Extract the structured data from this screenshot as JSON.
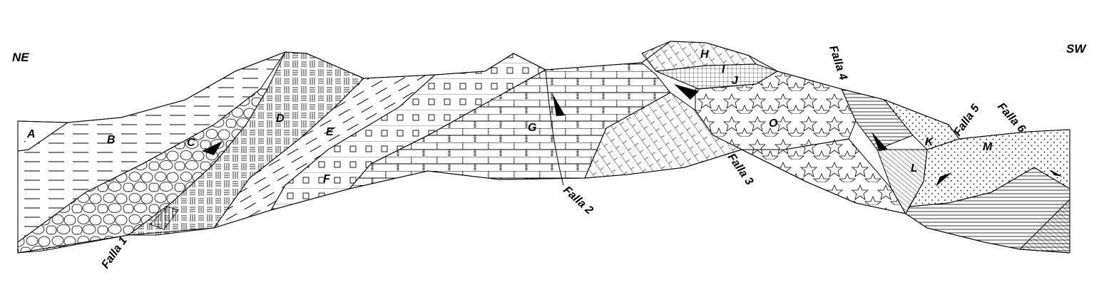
{
  "orientation": {
    "left": "NE",
    "right": "SW"
  },
  "units": [
    "A",
    "B",
    "C",
    "D",
    "E",
    "F",
    "G",
    "H",
    "I",
    "J",
    "O",
    "K",
    "L",
    "M"
  ],
  "faults": [
    "Falla 1",
    "Falla 2",
    "Falla 3",
    "Falla 4",
    "Falla 5",
    "Falla 6"
  ],
  "colors": {
    "ink": "#000000",
    "paper": "#ffffff"
  },
  "patterns": {
    "B": "horizontal-dashes",
    "C": "conglomerate-pebbles",
    "D": "basket-weave",
    "E": "dashed-lines",
    "F": "squares-in-boxes",
    "G": "brick-limestone",
    "H": "diagonal-hatch",
    "I": "fine-grid",
    "J": "grid",
    "O": "stars",
    "K": "dots",
    "L": "dense-diagonal",
    "M": "dots"
  }
}
